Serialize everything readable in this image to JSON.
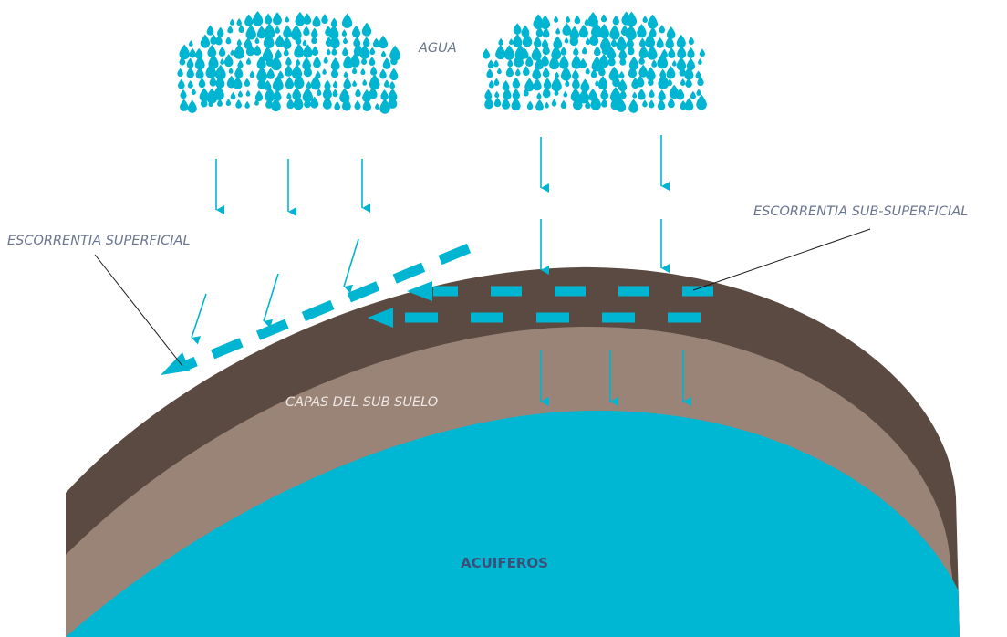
{
  "labels": {
    "water": "AGUA",
    "surface_runoff": "ESCORRENTIA SUPERFICIAL",
    "subsurface_runoff": "ESCORRENTIA  SUB-SUPERFICIAL",
    "subsoil_layers": "CAPAS DEL SUB SUELO",
    "aquifers": "ACUIFEROS"
  },
  "colors": {
    "water": "#00b5d1",
    "topsoil": "#5b4a41",
    "subsoil": "#9a8478",
    "aquifer": "#00b7d3",
    "leader_line": "#1a1a1a"
  },
  "icons": {
    "rain_cloud": "raindrops-cloud-icon",
    "flow_arrow": "arrow-down-icon"
  }
}
